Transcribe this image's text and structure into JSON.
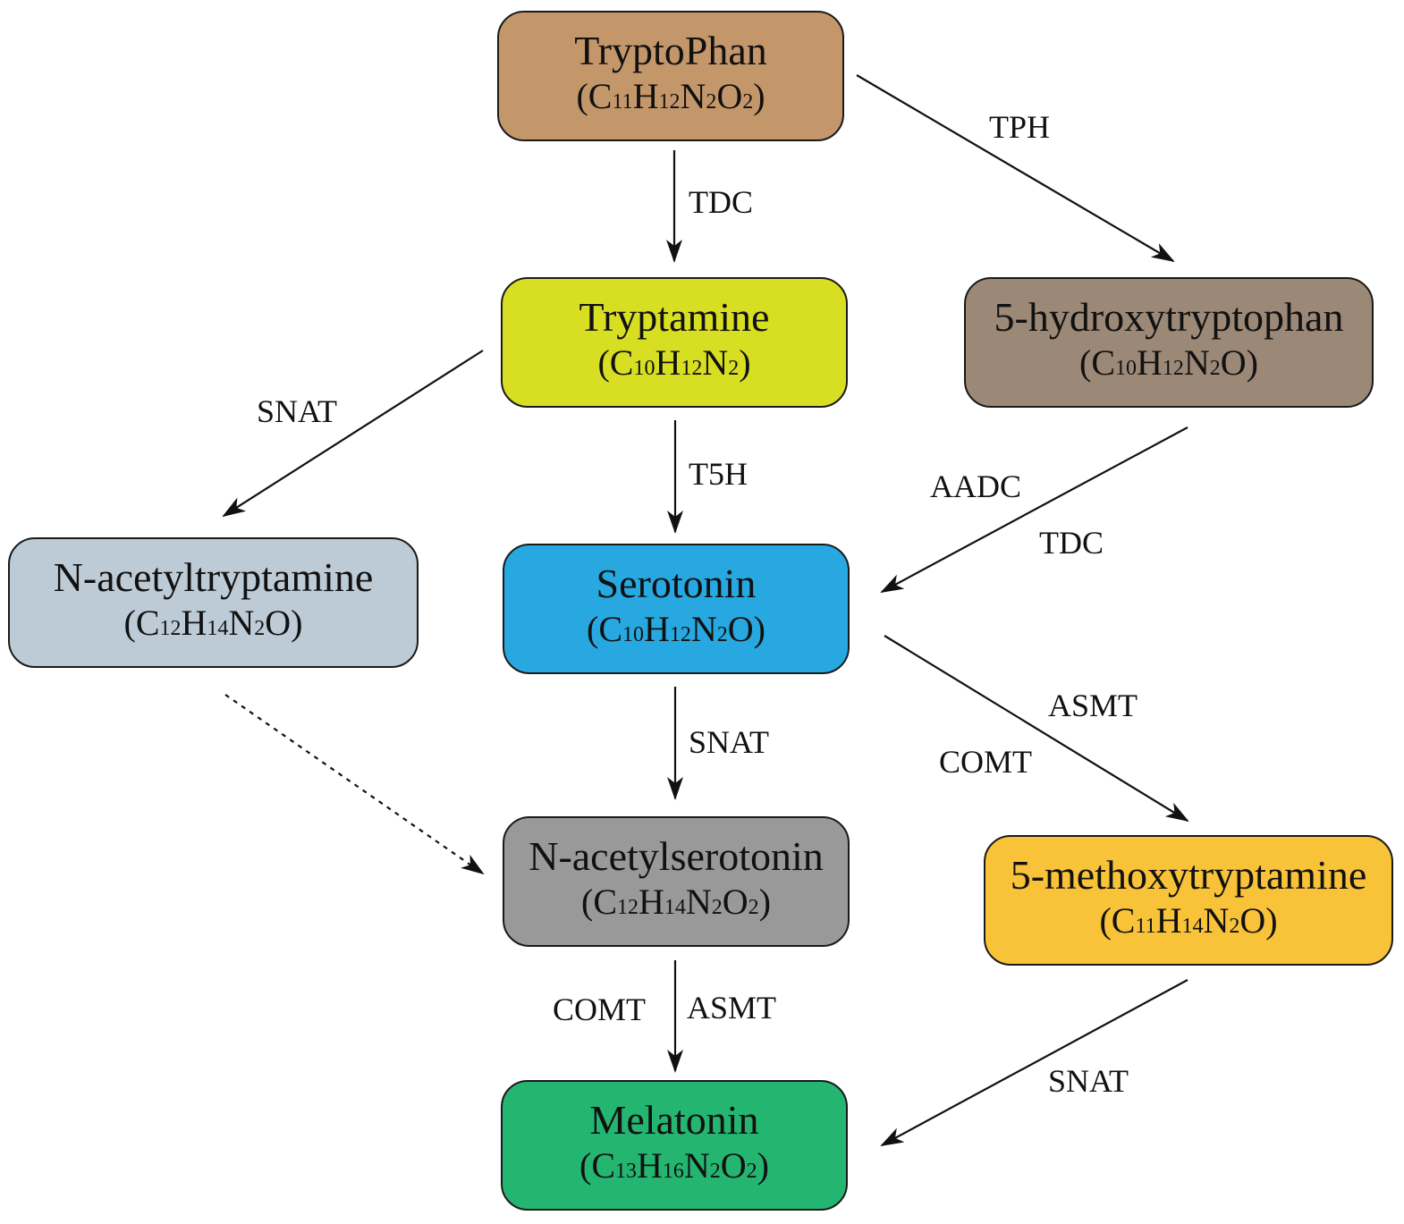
{
  "nodes": {
    "tryptophan": {
      "name": "TryptoPhan",
      "formula": [
        [
          "C",
          "11"
        ],
        [
          "H",
          "12"
        ],
        [
          "N",
          "2"
        ],
        [
          "O",
          "2"
        ]
      ],
      "color": "#c4976b"
    },
    "tryptamine": {
      "name": "Tryptamine",
      "formula": [
        [
          "C",
          "10"
        ],
        [
          "H",
          "12"
        ],
        [
          "N",
          "2"
        ]
      ],
      "color": "#d8df22"
    },
    "hydroxytryptophan": {
      "name": "5-hydroxytryptophan",
      "formula": [
        [
          "C",
          "10"
        ],
        [
          "H",
          "12"
        ],
        [
          "N",
          "2"
        ],
        [
          "O",
          ""
        ]
      ],
      "color": "#9b8876"
    },
    "acetyltryptamine": {
      "name": "N-acetyltryptamine",
      "formula": [
        [
          "C",
          "12"
        ],
        [
          "H",
          "14"
        ],
        [
          "N",
          "2"
        ],
        [
          "O",
          ""
        ]
      ],
      "color": "#bccbd5"
    },
    "serotonin": {
      "name": "Serotonin",
      "formula": [
        [
          "C",
          "10"
        ],
        [
          "H",
          "12"
        ],
        [
          "N",
          "2"
        ],
        [
          "O",
          ""
        ]
      ],
      "color": "#27a8e1"
    },
    "acetylserotonin": {
      "name": "N-acetylserotonin",
      "formula": [
        [
          "C",
          "12"
        ],
        [
          "H",
          "14"
        ],
        [
          "N",
          "2"
        ],
        [
          "O",
          "2"
        ]
      ],
      "color": "#999999"
    },
    "methoxytryptamine": {
      "name": "5-methoxytryptamine",
      "formula": [
        [
          "C",
          "11"
        ],
        [
          "H",
          "14"
        ],
        [
          "N",
          "2"
        ],
        [
          "O",
          ""
        ]
      ],
      "color": "#f8c239"
    },
    "melatonin": {
      "name": "Melatonin",
      "formula": [
        [
          "C",
          "13"
        ],
        [
          "H",
          "16"
        ],
        [
          "N",
          "2"
        ],
        [
          "O",
          "2"
        ]
      ],
      "color": "#24b571"
    }
  },
  "enzymes": {
    "tph": "TPH",
    "tdc_1": "TDC",
    "snat_1": "SNAT",
    "t5h": "T5H",
    "aadc": "AADC",
    "tdc_2": "TDC",
    "asmt_1": "ASMT",
    "comt_1": "COMT",
    "snat_2": "SNAT",
    "comt_2": "COMT",
    "asmt_2": "ASMT",
    "snat_3": "SNAT"
  },
  "edges": [
    {
      "id": "edge-tryptophan-tryptamine",
      "from": "tryptophan",
      "to": "tryptamine",
      "style": "solid"
    },
    {
      "id": "edge-tryptophan-hydroxytryptophan",
      "from": "tryptophan",
      "to": "hydroxytryptophan",
      "style": "solid"
    },
    {
      "id": "edge-tryptamine-acetyltryptamine",
      "from": "tryptamine",
      "to": "acetyltryptamine",
      "style": "solid"
    },
    {
      "id": "edge-tryptamine-serotonin",
      "from": "tryptamine",
      "to": "serotonin",
      "style": "solid"
    },
    {
      "id": "edge-hydroxytryptophan-serotonin",
      "from": "hydroxytryptophan",
      "to": "serotonin",
      "style": "solid"
    },
    {
      "id": "edge-serotonin-acetylserotonin",
      "from": "serotonin",
      "to": "acetylserotonin",
      "style": "solid"
    },
    {
      "id": "edge-serotonin-methoxytryptamine",
      "from": "serotonin",
      "to": "methoxytryptamine",
      "style": "solid"
    },
    {
      "id": "edge-acetyltryptamine-acetylserotonin",
      "from": "acetyltryptamine",
      "to": "acetylserotonin",
      "style": "dashed"
    },
    {
      "id": "edge-acetylserotonin-melatonin",
      "from": "acetylserotonin",
      "to": "melatonin",
      "style": "solid"
    },
    {
      "id": "edge-methoxytryptamine-melatonin",
      "from": "methoxytryptamine",
      "to": "melatonin",
      "style": "solid"
    }
  ]
}
